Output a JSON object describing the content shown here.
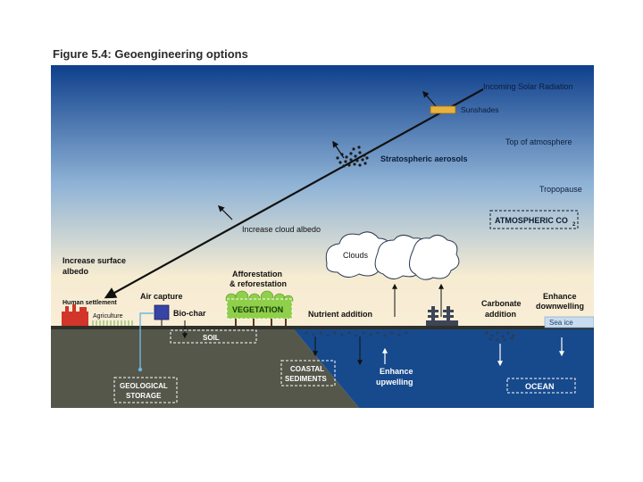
{
  "title": "Figure 5.4: Geoengineering options",
  "labels": {
    "incoming_solar": "Incoming Solar Radiation",
    "sunshades": "Sunshades",
    "top_atmosphere": "Top of atmosphere",
    "stratospheric_aerosols": "Stratospheric aerosols",
    "tropopause": "Tropopause",
    "atmospheric_co2": "ATMOSPHERIC CO",
    "atmospheric_co2_sub": "2",
    "increase_cloud_albedo": "Increase cloud albedo",
    "clouds": "Clouds",
    "increase_surface_albedo_1": "Increase surface",
    "increase_surface_albedo_2": "albedo",
    "human_settlement": "Human settlement",
    "agriculture": "Agriculture",
    "air_capture": "Air capture",
    "bio_char": "Bio-char",
    "afforestation_1": "Afforestation",
    "afforestation_2": "& reforestation",
    "vegetation": "VEGETATION",
    "nutrient_addition": "Nutrient addition",
    "carbonate_addition_1": "Carbonate",
    "carbonate_addition_2": "addition",
    "enhance_downwelling_1": "Enhance",
    "enhance_downwelling_2": "downwelling",
    "sea_ice": "Sea ice",
    "soil": "SOIL",
    "geological_storage_1": "GEOLOGICAL",
    "geological_storage_2": "STORAGE",
    "coastal_sediments_1": "COASTAL",
    "coastal_sediments_2": "SEDIMENTS",
    "enhance_upwelling_1": "Enhance",
    "enhance_upwelling_2": "upwelling",
    "ocean": "OCEAN"
  },
  "colors": {
    "sky_top": "#0e3f8c",
    "sky_mid": "#8fb3d6",
    "sky_bottom": "#f6ecd2",
    "land": "#55574a",
    "ocean": "#174a8c",
    "vegetation": "#8fcf4a",
    "factory": "#d2352a",
    "sunshade": "#e8b23c"
  }
}
